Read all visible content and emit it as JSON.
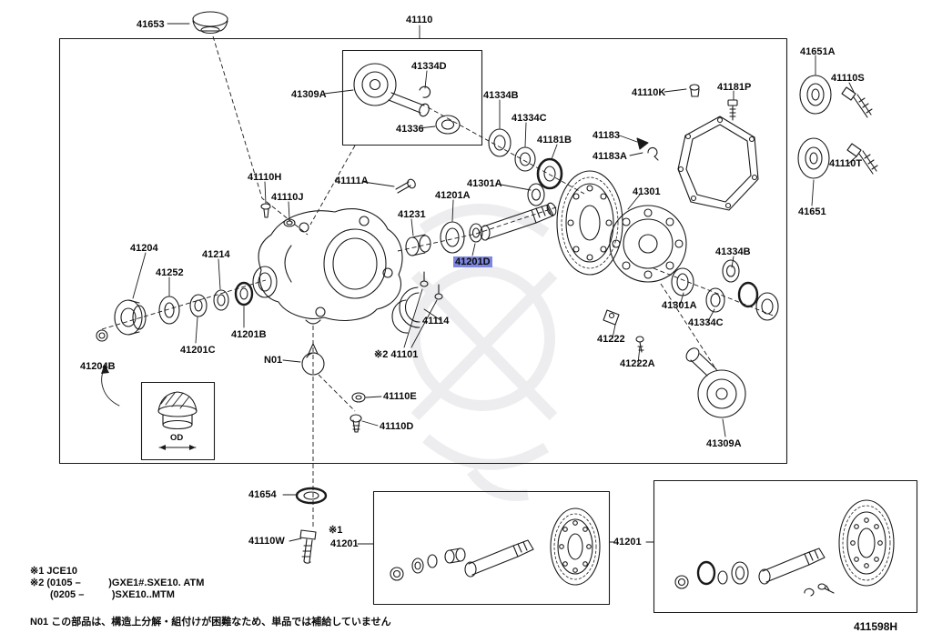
{
  "colors": {
    "highlight": "#7c86de",
    "line": "#1a1a1a"
  },
  "diagram": {
    "selected_part": "41201D",
    "doc_number": "411598H"
  },
  "labels": {
    "l41653": "41653",
    "l41110": "41110",
    "l41651A": "41651A",
    "l41110S": "41110S",
    "l41334D": "41334D",
    "l41309A_top": "41309A",
    "l41334B_top": "41334B",
    "l41110K": "41110K",
    "l41181P": "41181P",
    "l41336": "41336",
    "l41334C_top": "41334C",
    "l41181B": "41181B",
    "l41183": "41183",
    "l41183A": "41183A",
    "l41110T": "41110T",
    "l41651": "41651",
    "l41110H": "41110H",
    "l41110J": "41110J",
    "l41111A": "41111A",
    "l41301A_left": "41301A",
    "l41201A": "41201A",
    "l41301": "41301",
    "l41231": "41231",
    "l41201D": "41201D",
    "l41204": "41204",
    "l41252": "41252",
    "l41214": "41214",
    "l41334B_right": "41334B",
    "l41301A_right": "41301A",
    "l41334C_right": "41334C",
    "l41201B": "41201B",
    "l41201C": "41201C",
    "l41204B": "41204B",
    "lN01": "N01",
    "l41114": "41114",
    "l41101": "※2 41101",
    "l41222": "41222",
    "l41222A": "41222A",
    "l41110E": "41110E",
    "l41110D": "41110D",
    "l41309A_bottom": "41309A",
    "l41654": "41654",
    "l41110W": "41110W",
    "lstar1": "※1",
    "l41201_left": "41201",
    "l41201_mid": "41201",
    "lOD": "OD"
  },
  "footnotes": {
    "line1": "※1 JCE10",
    "line2": "※2 (0105 –          )GXE1#.SXE10. ATM",
    "line3": "(0205 –          )SXE10..MTM",
    "line4": "N01 この部品は、構造上分解・組付けが困難なため、単品では補給していません"
  }
}
